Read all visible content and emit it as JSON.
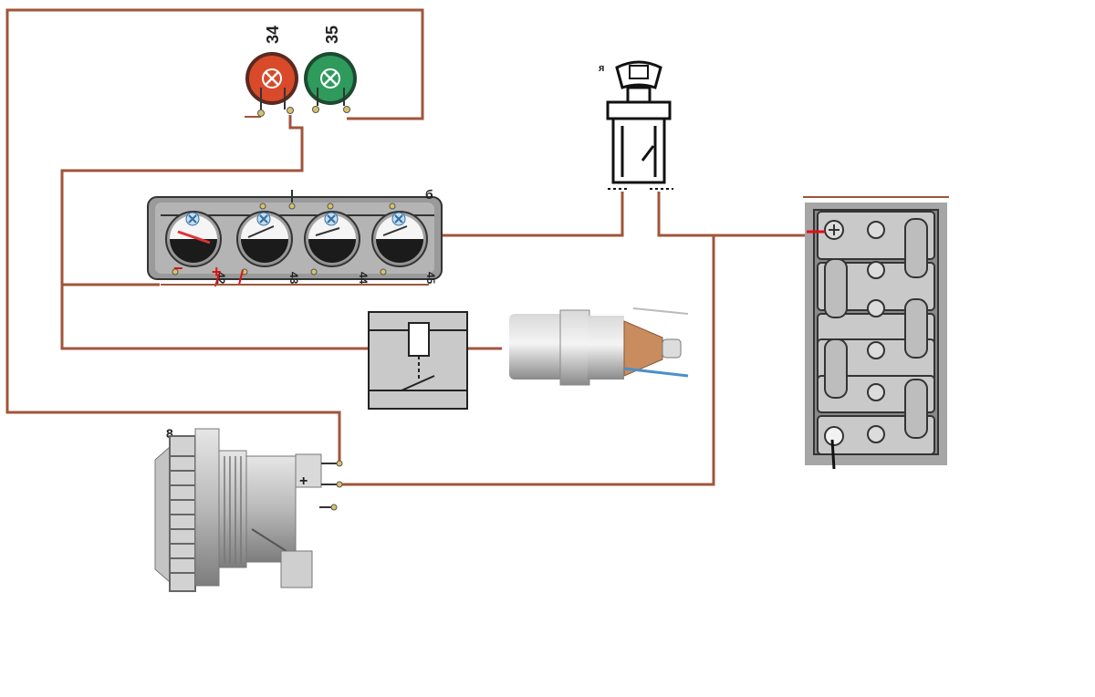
{
  "labels": {
    "lamp_red": "34",
    "lamp_green": "35",
    "instrument_cluster": "б",
    "ignition_switch": "я",
    "alternator": "8",
    "gauge_1": "42",
    "gauge_2": "43",
    "gauge_3": "44",
    "gauge_4": "45",
    "minus": "−",
    "plus": "+",
    "alt_plus": "+"
  },
  "colors": {
    "wire": "#a0553a",
    "lamp_red": "#d84a2a",
    "lamp_green": "#2e9a5c",
    "panel": "#9a9a9a",
    "battery": "#a6a6a6"
  }
}
